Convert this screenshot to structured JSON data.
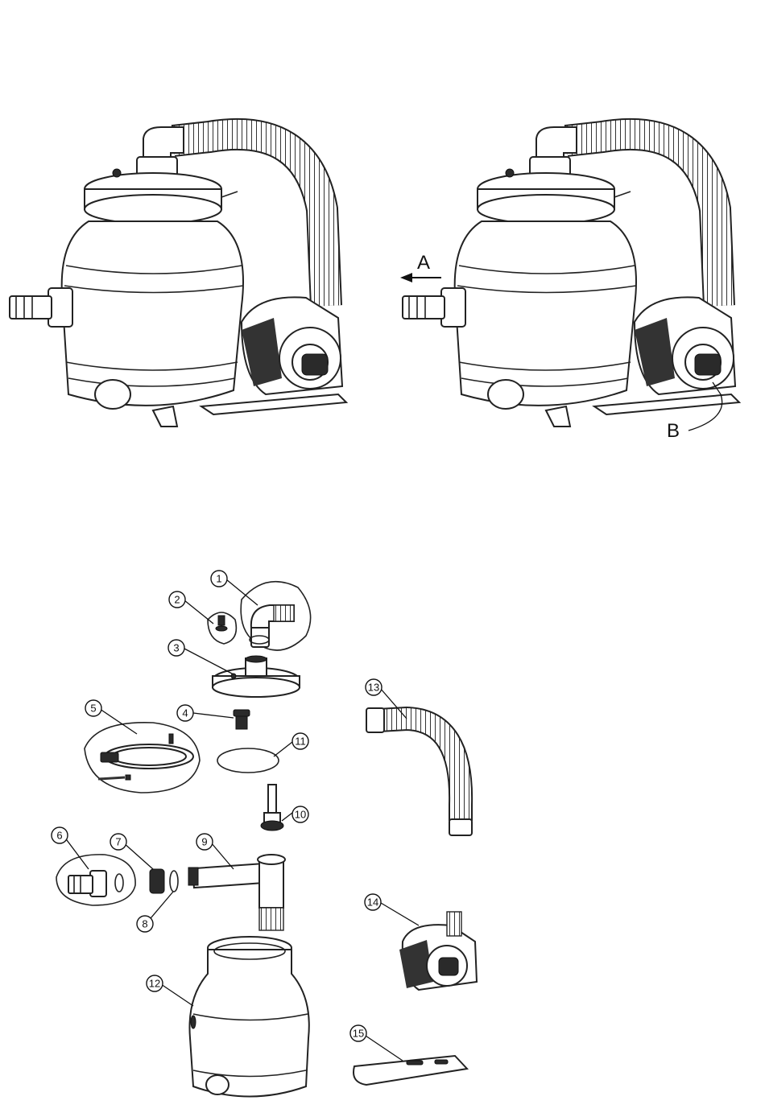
{
  "figure_top": {
    "left_panel": {},
    "right_panel": {
      "label_a": "A",
      "label_b": "B"
    }
  },
  "parts_diagram": {
    "callouts": [
      "1",
      "2",
      "3",
      "4",
      "5",
      "6",
      "7",
      "8",
      "9",
      "10",
      "11",
      "12",
      "13",
      "14",
      "15"
    ]
  }
}
